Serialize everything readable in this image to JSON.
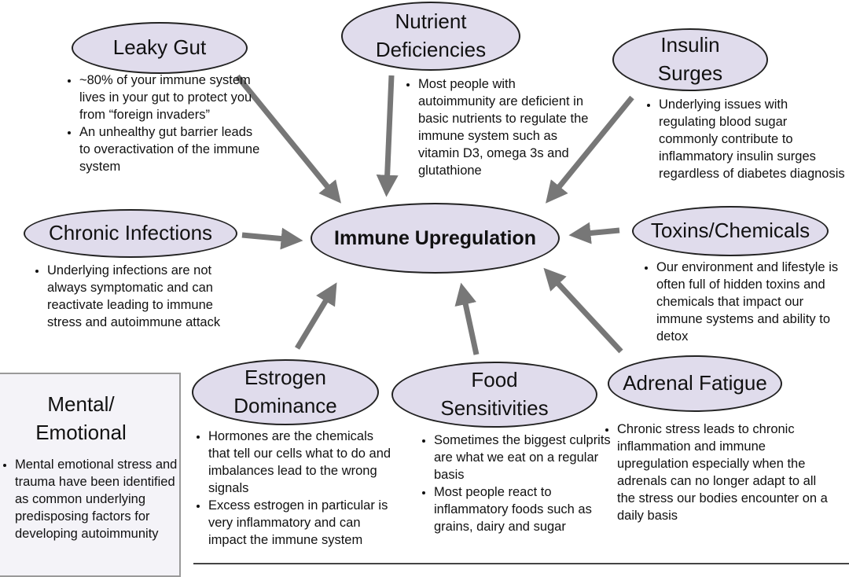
{
  "center": {
    "label": "Immune Upregulation"
  },
  "nodes": {
    "leaky_gut": {
      "title": "Leaky Gut",
      "bullets": [
        "~80% of your immune system lives in your gut to protect you from “foreign invaders”",
        "An unhealthy gut barrier leads to overactivation of the immune system"
      ]
    },
    "nutrient": {
      "title": "Nutrient Deficiencies",
      "bullets": [
        "Most people with autoimmunity are deficient in basic nutrients to regulate the immune system such as vitamin D3, omega 3s and glutathione"
      ]
    },
    "insulin": {
      "title": "Insulin Surges",
      "bullets": [
        "Underlying issues with regulating blood sugar commonly contribute to inflammatory insulin surges regardless of diabetes diagnosis"
      ]
    },
    "chronic_infections": {
      "title": "Chronic Infections",
      "bullets": [
        "Underlying infections are not always symptomatic and can reactivate leading to immune stress and autoimmune attack"
      ]
    },
    "toxins": {
      "title": "Toxins/Chemicals",
      "bullets": [
        "Our environment and lifestyle is often full of hidden toxins and chemicals that impact our immune systems and ability to detox"
      ]
    },
    "estrogen": {
      "title": "Estrogen Dominance",
      "bullets": [
        "Hormones are the chemicals that tell our cells what to do and imbalances lead to the wrong signals",
        "Excess estrogen in particular is very inflammatory and can impact the immune system"
      ]
    },
    "food": {
      "title": "Food Sensitivities",
      "bullets": [
        "Sometimes the biggest culprits are what we eat on a regular basis",
        "Most people react to inflammatory foods such as grains, dairy and sugar"
      ]
    },
    "adrenal": {
      "title": "Adrenal Fatigue",
      "bullets": [
        "Chronic stress leads to chronic inflammation and immune upregulation especially when the adrenals can no longer adapt to all the stress our bodies encounter on a daily basis"
      ]
    },
    "mental": {
      "title": "Mental/ Emotional",
      "bullets": [
        "Mental emotional stress and trauma have been identified as common underlying predisposing factors for developing autoimmunity"
      ]
    }
  },
  "colors": {
    "node_fill": "#e0dcec",
    "arrow": "#777777",
    "outline": "#222222"
  }
}
